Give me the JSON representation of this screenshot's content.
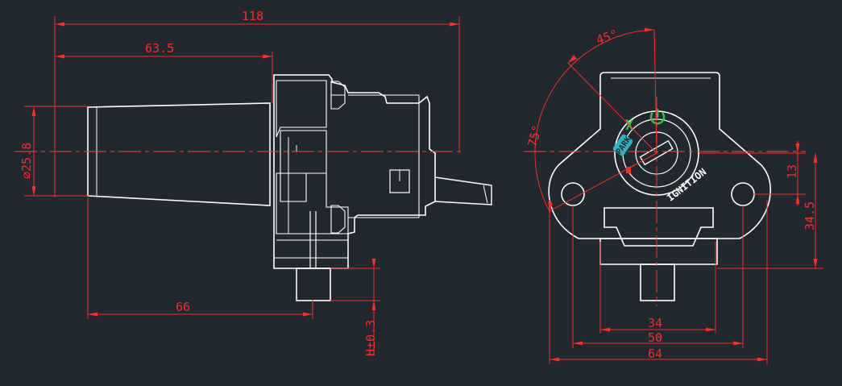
{
  "drawing": {
    "colors": {
      "background": "#212830",
      "outline": "#ffffff",
      "dimension": "#ff2a2a",
      "center_line": "#ff4040",
      "symbol_green": "#2ecc40",
      "symbol_cyan": "#2bb5c8"
    },
    "side_view": {
      "dims": {
        "overall_length": "118",
        "partial_length": "63.5",
        "diameter": "∅25.8",
        "base_length": "66",
        "height": "H±0.3"
      }
    },
    "front_view": {
      "dims": {
        "angle_top": "45°",
        "angle_side": "75°",
        "right_13": "13",
        "right_34_5": "34.5",
        "width_34": "34",
        "width_50": "50",
        "width_64": "64"
      },
      "lock_face": {
        "off_mark": "X",
        "park_mark": "PARK",
        "ignition_label": "IGNITION"
      }
    }
  }
}
